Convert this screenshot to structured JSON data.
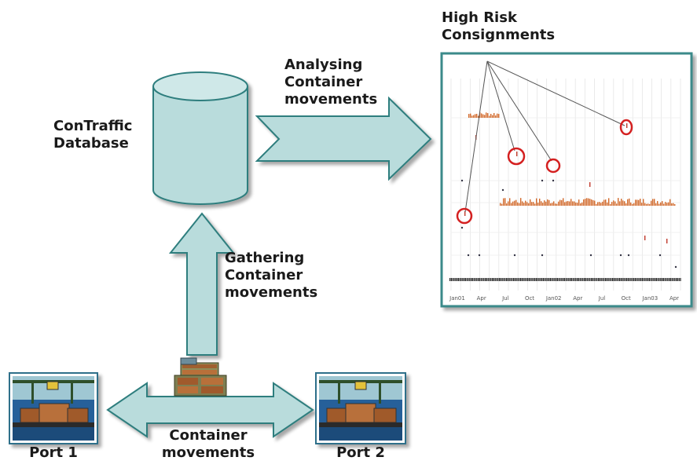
{
  "database": {
    "lines": [
      "ConTraffic",
      "Database"
    ]
  },
  "analysing": {
    "lines": [
      "Analysing",
      "Container",
      "movements"
    ]
  },
  "high_risk": {
    "lines": [
      "High Risk",
      "Consignments"
    ]
  },
  "gathering": {
    "lines": [
      "Gathering",
      "Container",
      "movements"
    ]
  },
  "container_movements": {
    "lines": [
      "Container",
      "movements"
    ]
  },
  "port1": {
    "label": "Port 1"
  },
  "port2": {
    "label": "Port 2"
  },
  "colors": {
    "arrow_fill": "#b9dcdc",
    "arrow_stroke": "#2f7e7e",
    "highlight": "#d42020",
    "orange_marks": "#d2692a"
  },
  "timeline_ticks": [
    "Jan01",
    "Apr",
    "Jul",
    "Oct",
    "Jan02",
    "Apr",
    "Jul",
    "Oct",
    "Jan03",
    "Apr"
  ]
}
